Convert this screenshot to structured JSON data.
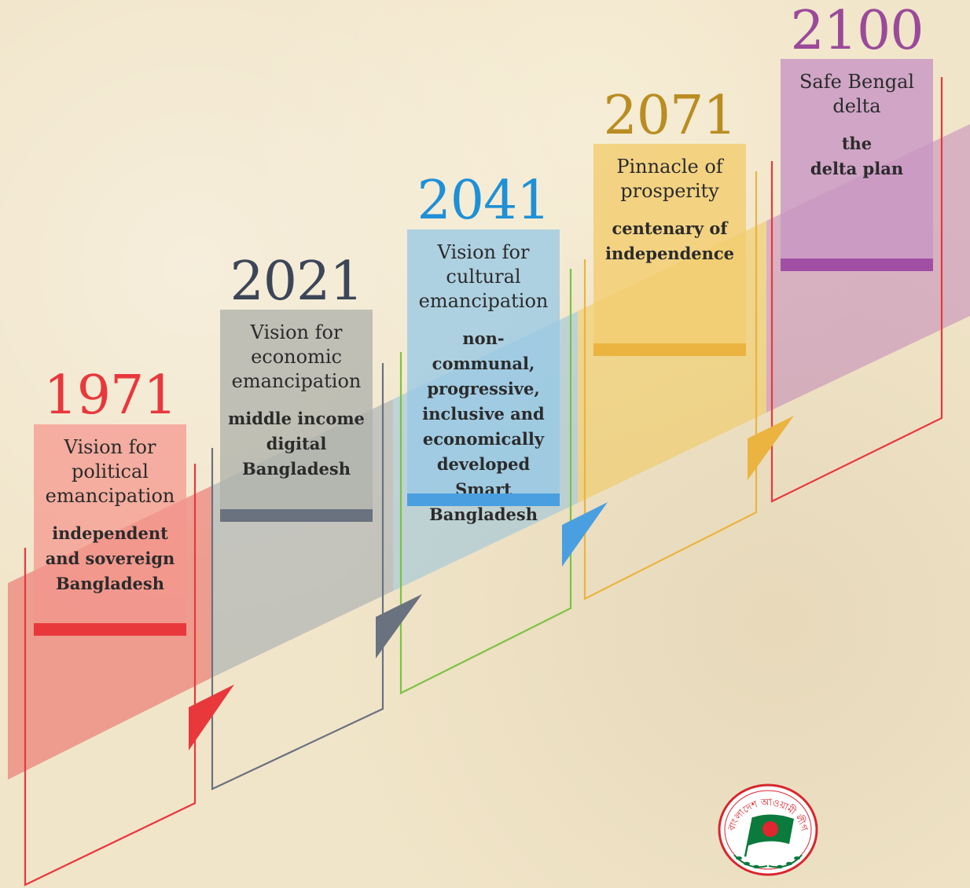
{
  "milestones": [
    {
      "year": "1971",
      "title": [
        "Vision for",
        "political",
        "emancipation"
      ],
      "desc": [
        "independent",
        "and sovereign",
        "Bangladesh"
      ],
      "color": "#e8383c",
      "card_color": "#f4a59b",
      "base_color": "#e8383c"
    },
    {
      "year": "2021",
      "title": [
        "Vision for",
        "economic",
        "emancipation"
      ],
      "desc": [
        "middle income",
        "digital",
        "Bangladesh"
      ],
      "color": "#3d4658",
      "card_color": "#b8b8b0",
      "base_color": "#6a7280"
    },
    {
      "year": "2041",
      "title": [
        "Vision for",
        "cultural",
        "emancipation"
      ],
      "desc": [
        "non-communal,",
        "progressive,",
        "inclusive and",
        "economically",
        "developed Smart",
        "Bangladesh"
      ],
      "color": "#1e90d6",
      "card_color": "#a6cde4",
      "base_color": "#4a9fe0"
    },
    {
      "year": "2071",
      "title": [
        "Pinnacle of",
        "prosperity"
      ],
      "desc": [
        "centenary of",
        "independence"
      ],
      "color": "#b98d22",
      "card_color": "#f1cf78",
      "base_color": "#ebb33f"
    },
    {
      "year": "2100",
      "title": [
        "Safe Bengal",
        "delta"
      ],
      "desc": [
        "the",
        "delta plan"
      ],
      "color": "#9b4a9a",
      "card_color": "#c99ac6",
      "base_color": "#a04fa4"
    }
  ],
  "emblem": {
    "text": "বাংলাদেশ আওয়ামী লীগ",
    "icon": "flag-emblem-icon",
    "ring_color": "#d8262e",
    "flag_green": "#0a7a3d",
    "flag_red": "#e0262e"
  }
}
